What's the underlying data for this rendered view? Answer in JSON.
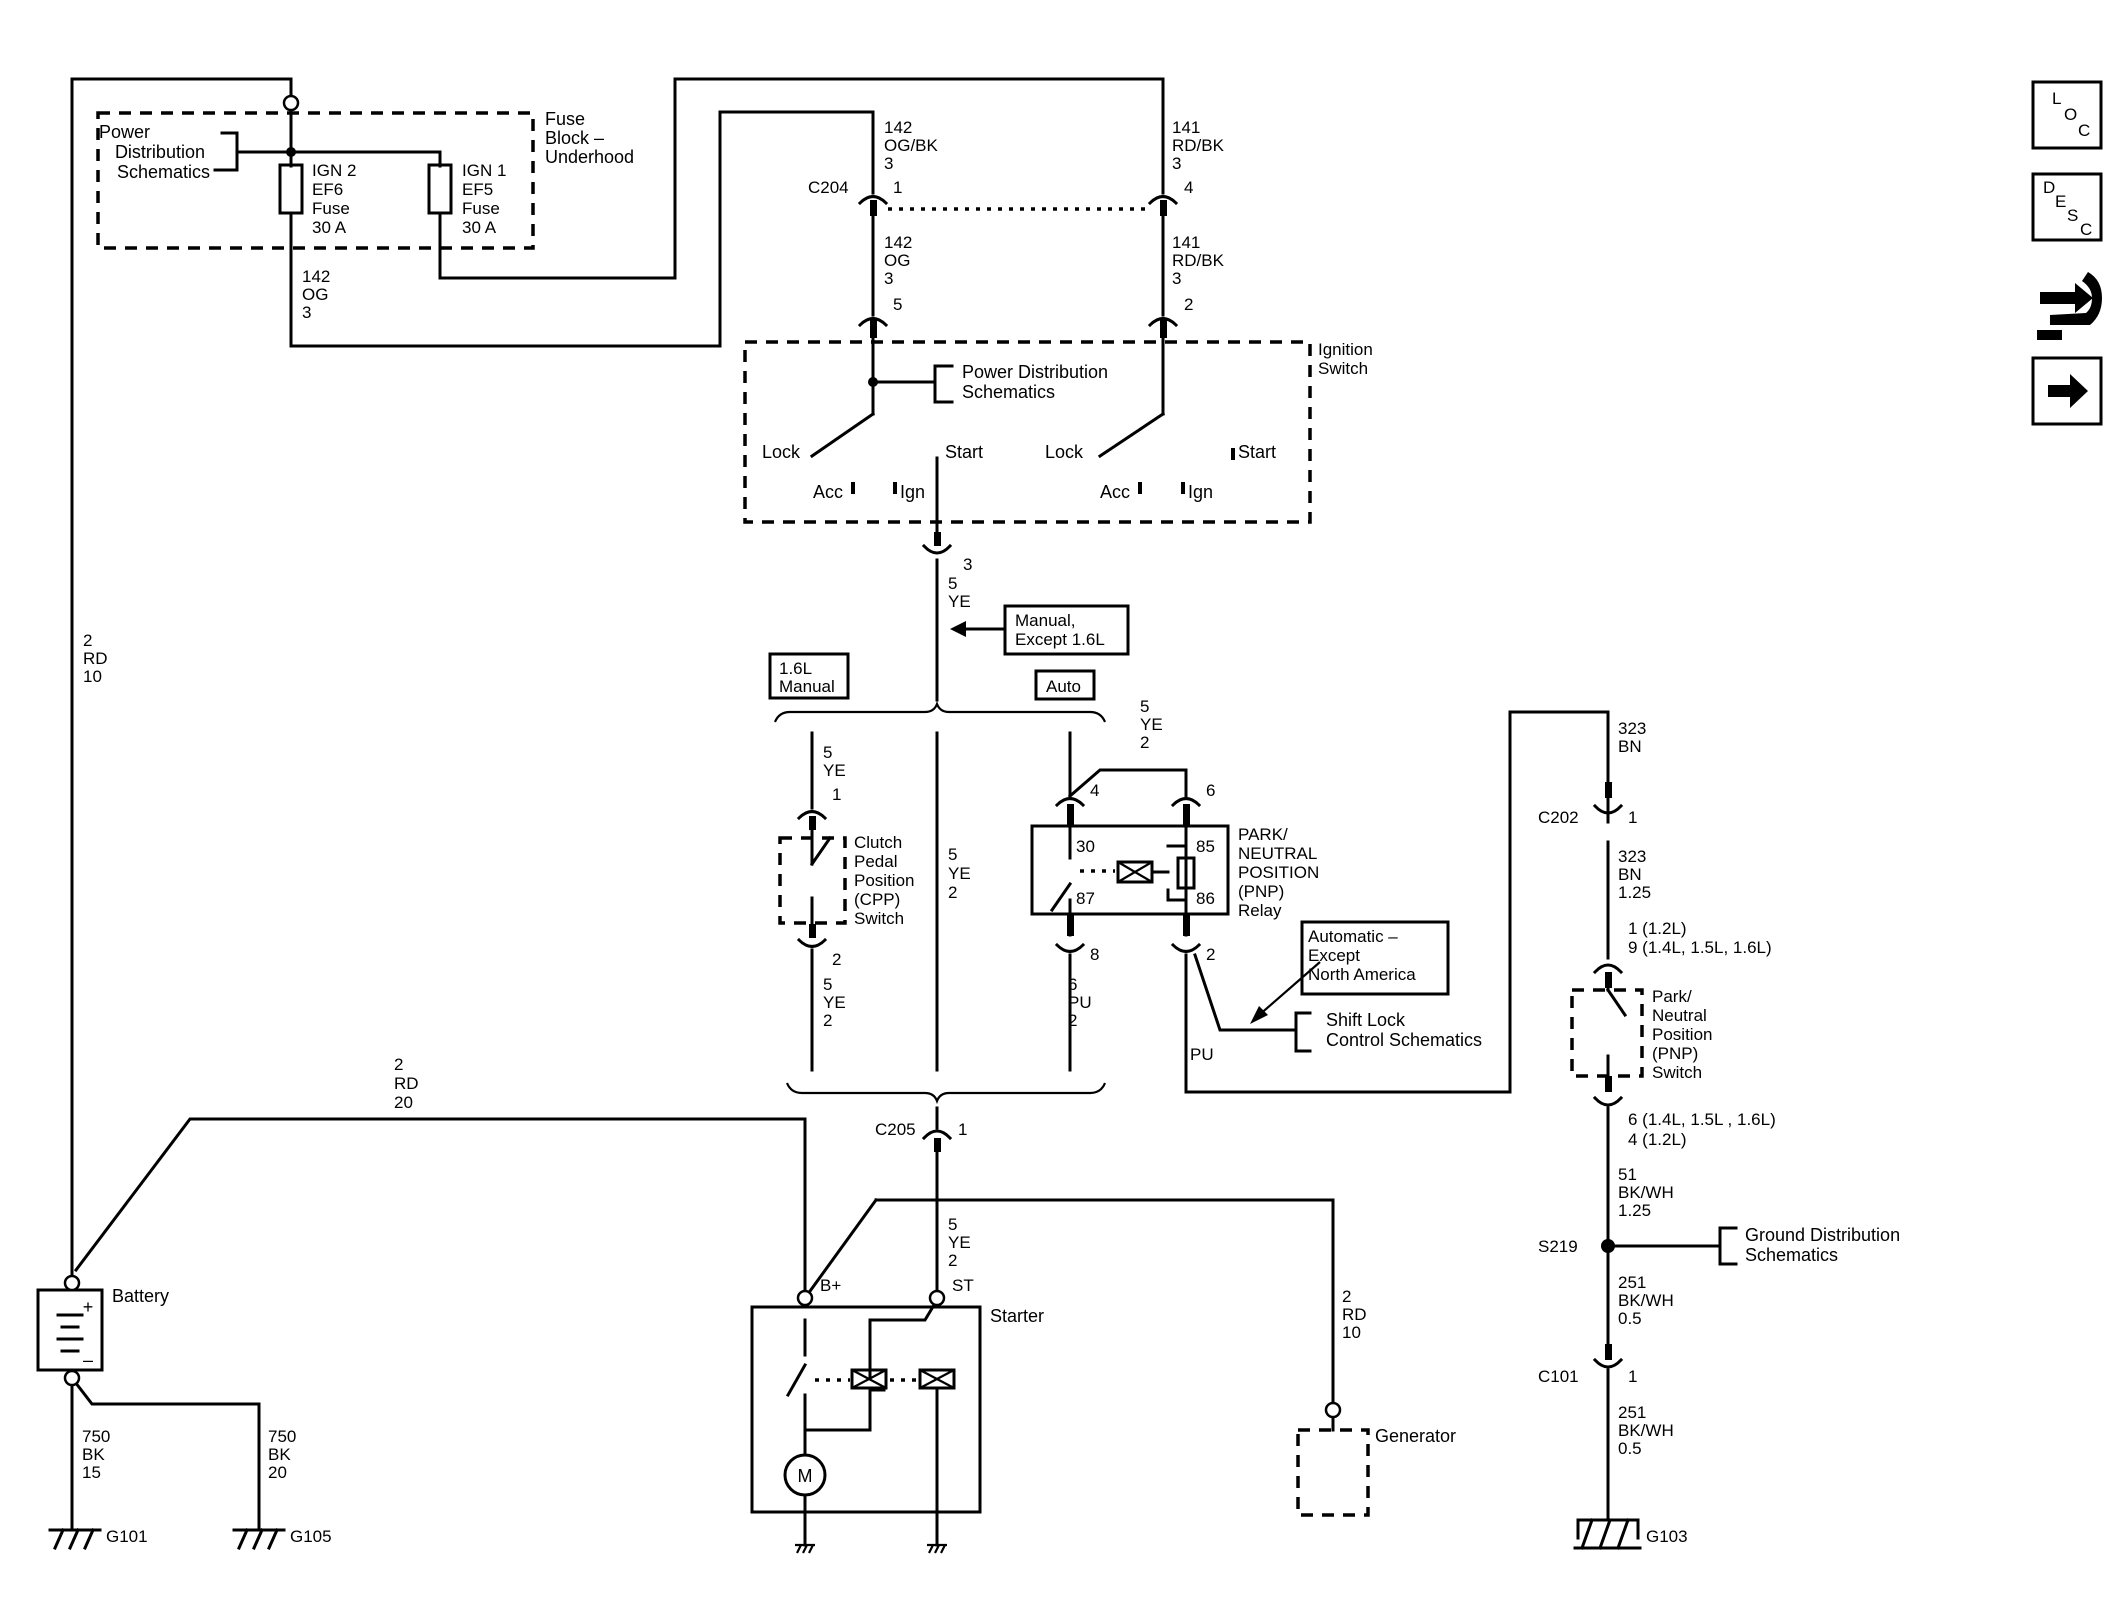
{
  "labels": {
    "power_dist_1": [
      "Power",
      "Distribution",
      "Schematics"
    ],
    "fuse_block": [
      "Fuse",
      "Block –",
      "Underhood"
    ],
    "ign2_fuse": [
      "IGN 2",
      "EF6",
      "Fuse",
      "30 A"
    ],
    "ign1_fuse": [
      "IGN 1",
      "EF5",
      "Fuse",
      "30 A"
    ],
    "wire_142_og_top": [
      "142",
      "OG",
      "3"
    ],
    "wire_142_ogbk": [
      "142",
      "OG/BK",
      "3"
    ],
    "pin_c204_1": "1",
    "c204": "C204",
    "wire_141_rdbk_top": [
      "141",
      "RD/BK",
      "3"
    ],
    "pin_c204_4": "4",
    "wire_142_og_mid": [
      "142",
      "OG",
      "3"
    ],
    "pin_5": "5",
    "wire_141_rdbk_mid": [
      "141",
      "RD/BK",
      "3"
    ],
    "pin_2_top": "2",
    "power_dist_2": [
      "Power Distribution",
      "Schematics"
    ],
    "ignition_switch": [
      "Ignition",
      "Switch"
    ],
    "lock_1": "Lock",
    "start_1": "Start",
    "acc_1": "Acc",
    "ign_1": "Ign",
    "lock_2": "Lock",
    "start_2": "Start",
    "acc_2": "Acc",
    "ign_2": "Ign",
    "wire_rd_left": [
      "2",
      "RD",
      "10"
    ],
    "wire_5ye_top": [
      "3",
      "5",
      "YE"
    ],
    "manual_except": [
      "Manual,",
      "Except 1.6L"
    ],
    "manual_16": [
      "1.6L",
      "Manual"
    ],
    "auto": "Auto",
    "wire_5ye_relay": [
      "5",
      "YE",
      "2"
    ],
    "wire_5ye_cpp_top": [
      "5",
      "YE",
      "1"
    ],
    "pin_4": "4",
    "pin_6": "6",
    "cpp_switch": [
      "Clutch",
      "Pedal",
      "Position",
      "(CPP)",
      "Switch"
    ],
    "wire_5ye_center": [
      "5",
      "YE",
      "2"
    ],
    "pnp_relay": [
      "PARK/",
      "NEUTRAL",
      "POSITION",
      "(PNP)",
      "Relay"
    ],
    "relay_30": "30",
    "relay_87": "87",
    "relay_85": "85",
    "relay_86": "86",
    "pin_8": "8",
    "pin_2_relay": "2",
    "pin_2_cpp": "2",
    "wire_5ye_cpp_bot": [
      "5",
      "YE",
      "2"
    ],
    "wire_6pu": [
      "6",
      "PU",
      "2"
    ],
    "automatic_except": [
      "Automatic –",
      "Except",
      "North America"
    ],
    "shift_lock": [
      "Shift Lock",
      "Control Schematics"
    ],
    "pu": "PU",
    "wire_323_top": [
      "323",
      "BN"
    ],
    "c202": "C202",
    "pin_c202_1": "1",
    "wire_323_mid": [
      "323",
      "BN",
      "1.25"
    ],
    "pnp_pins_top": [
      "1 (1.2L)",
      "9 (1.4L, 1.5L, 1.6L)"
    ],
    "pnp_switch": [
      "Park/",
      "Neutral",
      "Position",
      "(PNP)",
      "Switch"
    ],
    "pnp_pins_bot": [
      "6 (1.4L, 1.5L , 1.6L)",
      "4 (1.2L)"
    ],
    "wire_51": [
      "51",
      "BK/WH",
      "1.25"
    ],
    "s219": "S219",
    "ground_dist": [
      "Ground Distribution",
      "Schematics"
    ],
    "wire_251_a": [
      "251",
      "BK/WH",
      "0.5"
    ],
    "c101": "C101",
    "pin_c101_1": "1",
    "wire_251_b": [
      "251",
      "BK/WH",
      "0.5"
    ],
    "g103": "G103",
    "wire_rd20": [
      "2",
      "RD",
      "20"
    ],
    "c205": "C205",
    "pin_c205_1": "1",
    "wire_5ye_st": [
      "5",
      "YE",
      "2"
    ],
    "b_plus": "B+",
    "st": "ST",
    "starter": "Starter",
    "battery": "Battery",
    "wire_rd10_gen": [
      "2",
      "RD",
      "10"
    ],
    "generator": "Generator",
    "wire_750_a": [
      "750",
      "BK",
      "15"
    ],
    "wire_750_b": [
      "750",
      "BK",
      "20"
    ],
    "g101": "G101",
    "g105": "G105",
    "motor": "M",
    "batt_plus": "+",
    "batt_minus": "–"
  },
  "nav_buttons": [
    "loc-button",
    "desc-button",
    "connector-button",
    "next-arrow-button"
  ],
  "loc_letters": [
    "L",
    "O",
    "C"
  ],
  "desc_letters": [
    "D",
    "E",
    "S",
    "C"
  ]
}
